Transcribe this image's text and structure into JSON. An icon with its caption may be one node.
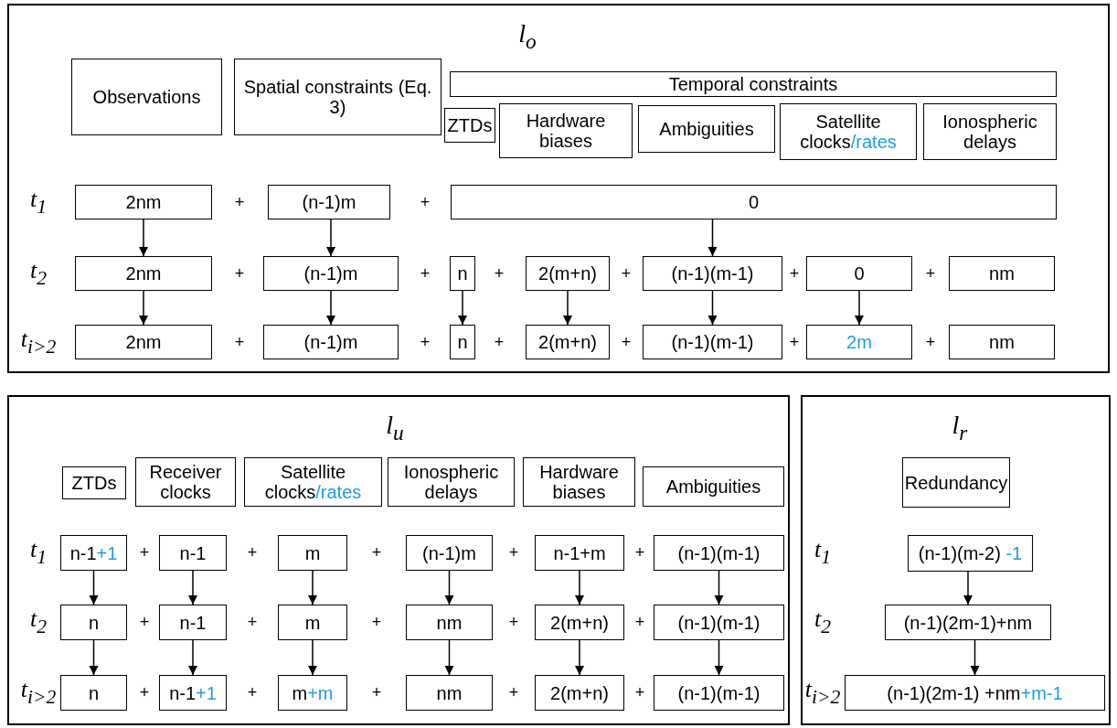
{
  "diagram": {
    "nodes": [
      {
        "text": [
          "l$_{o}$"
        ]
      },
      {
        "text": [
          "Observations"
        ],
        "in": 0
      },
      {
        "text": [
          "Spatial constraints (Eq. 3)"
        ],
        "in": 0
      },
      {
        "text": [
          "Temporal constraints"
        ],
        "in": 0
      },
      {
        "text": [
          "ZTDs"
        ],
        "in": 0
      },
      {
        "text": [
          "Hardware biases"
        ],
        "in": 0
      },
      {
        "text": [
          "Ambiguities"
        ],
        "in": 0
      },
      {
        "text": [
          "Satellite clocks",
          "/rates"
        ],
        "in": 0
      },
      {
        "text": [
          "Ionospheric delays"
        ],
        "in": 0
      },
      {
        "text": [
          "2nm"
        ],
        "in": 0
      },
      {
        "text": [
          "(n-1)m"
        ],
        "in": 0
      },
      {
        "text": [
          "0"
        ],
        "in": 0
      },
      {
        "text": [
          "2nm"
        ],
        "in": 0
      },
      {
        "text": [
          "(n-1)m"
        ],
        "in": 0
      },
      {
        "text": [
          "n"
        ],
        "in": 0
      },
      {
        "text": [
          "2(m+n)"
        ],
        "in": 0
      },
      {
        "text": [
          "(n-1)(m-1)"
        ],
        "in": 0
      },
      {
        "text": [
          "0"
        ],
        "in": 0
      },
      {
        "text": [
          "nm"
        ],
        "in": 0
      },
      {
        "text": [
          "2nm"
        ],
        "in": 0
      },
      {
        "text": [
          "(n-1)m"
        ],
        "in": 0
      },
      {
        "text": [
          "n"
        ],
        "in": 0
      },
      {
        "text": [
          "2(m+n)"
        ],
        "in": 0
      },
      {
        "text": [
          "(n-1)(m-1)"
        ],
        "in": 0
      },
      {
        "text": [
          "2m"
        ],
        "in": 0
      },
      {
        "text": [
          "nm"
        ],
        "in": 0
      },
      {
        "text": [
          "l$_{u}$"
        ]
      },
      {
        "text": [
          "ZTDs"
        ],
        "in": 26
      },
      {
        "text": [
          "Receiver clocks"
        ],
        "in": 26
      },
      {
        "text": [
          "Satellite clocks",
          "/rates"
        ],
        "in": 26
      },
      {
        "text": [
          "Ionospheric delays"
        ],
        "in": 26
      },
      {
        "text": [
          "Hardware biases"
        ],
        "in": 26
      },
      {
        "text": [
          "Ambiguities"
        ],
        "in": 26
      },
      {
        "text": [
          "n-1",
          "+1"
        ],
        "in": 26
      },
      {
        "text": [
          "n-1"
        ],
        "in": 26
      },
      {
        "text": [
          "m"
        ],
        "in": 26
      },
      {
        "text": [
          "(n-1)m"
        ],
        "in": 26
      },
      {
        "text": [
          "n-1+m"
        ],
        "in": 26
      },
      {
        "text": [
          "(n-1)(m-1)"
        ],
        "in": 26
      },
      {
        "text": [
          "n"
        ],
        "in": 26
      },
      {
        "text": [
          "n-1"
        ],
        "in": 26
      },
      {
        "text": [
          "m"
        ],
        "in": 26
      },
      {
        "text": [
          "nm"
        ],
        "in": 26
      },
      {
        "text": [
          "2(m+n)"
        ],
        "in": 26
      },
      {
        "text": [
          "(n-1)(m-1)"
        ],
        "in": 26
      },
      {
        "text": [
          "n"
        ],
        "in": 26
      },
      {
        "text": [
          "n-1",
          "+1"
        ],
        "in": 26
      },
      {
        "text": [
          "m",
          "+m"
        ],
        "in": 26
      },
      {
        "text": [
          "nm"
        ],
        "in": 26
      },
      {
        "text": [
          "2(m+n)"
        ],
        "in": 26
      },
      {
        "text": [
          "(n-1)(m-1)"
        ],
        "in": 26
      },
      {
        "text": [
          "l$_{r}$"
        ]
      },
      {
        "text": [
          "Redundancy"
        ],
        "in": 51
      },
      {
        "text": [
          "(n-1)(m-2)",
          "-1"
        ],
        "in": 51
      },
      {
        "text": [
          "(n-1)(2m-1)+nm"
        ],
        "in": 51
      },
      {
        "text": [
          "(n-1)(2m-1) +nm",
          "+m-1"
        ],
        "in": 51
      }
    ],
    "edges": [
      {
        "from": 9,
        "to": 12,
        "arrow": "to"
      },
      {
        "from": 10,
        "to": 13,
        "arrow": "to"
      },
      {
        "from": 11,
        "to": 16,
        "arrow": "to"
      },
      {
        "from": 12,
        "to": 19,
        "arrow": "to"
      },
      {
        "from": 13,
        "to": 20,
        "arrow": "to"
      },
      {
        "from": 14,
        "to": 21,
        "arrow": "to"
      },
      {
        "from": 15,
        "to": 22,
        "arrow": "to"
      },
      {
        "from": 16,
        "to": 23,
        "arrow": "to"
      },
      {
        "from": 17,
        "to": 24,
        "arrow": "to"
      },
      {
        "from": 33,
        "to": 39,
        "arrow": "to"
      },
      {
        "from": 34,
        "to": 40,
        "arrow": "to"
      },
      {
        "from": 35,
        "to": 41,
        "arrow": "to"
      },
      {
        "from": 36,
        "to": 42,
        "arrow": "to"
      },
      {
        "from": 37,
        "to": 43,
        "arrow": "to"
      },
      {
        "from": 38,
        "to": 44,
        "arrow": "to"
      },
      {
        "from": 39,
        "to": 45,
        "arrow": "to"
      },
      {
        "from": 40,
        "to": 46,
        "arrow": "to"
      },
      {
        "from": 41,
        "to": 47,
        "arrow": "to"
      },
      {
        "from": 42,
        "to": 48,
        "arrow": "to"
      },
      {
        "from": 43,
        "to": 49,
        "arrow": "to"
      },
      {
        "from": 44,
        "to": 50,
        "arrow": "to"
      },
      {
        "from": 53,
        "to": 54,
        "arrow": "to"
      },
      {
        "from": 54,
        "to": 55,
        "arrow": "to"
      }
    ],
    "labels": [
      "t$_{1}$",
      "+",
      "+",
      "t$_{2}$",
      "+",
      "+",
      "+",
      "+",
      "+",
      "+",
      "t$_{i>2}$",
      "+",
      "+",
      "+",
      "+",
      "+",
      "+",
      "t$_{1}$",
      "+",
      "+",
      "+",
      "+",
      "+",
      "t$_{2}$",
      "+",
      "+",
      "+",
      "+",
      "+",
      "t$_{i>2}$",
      "+",
      "+",
      "+",
      "+",
      "+",
      "t$_{1}$",
      "t$_{2}$",
      "t$_{i>2}$"
    ]
  }
}
